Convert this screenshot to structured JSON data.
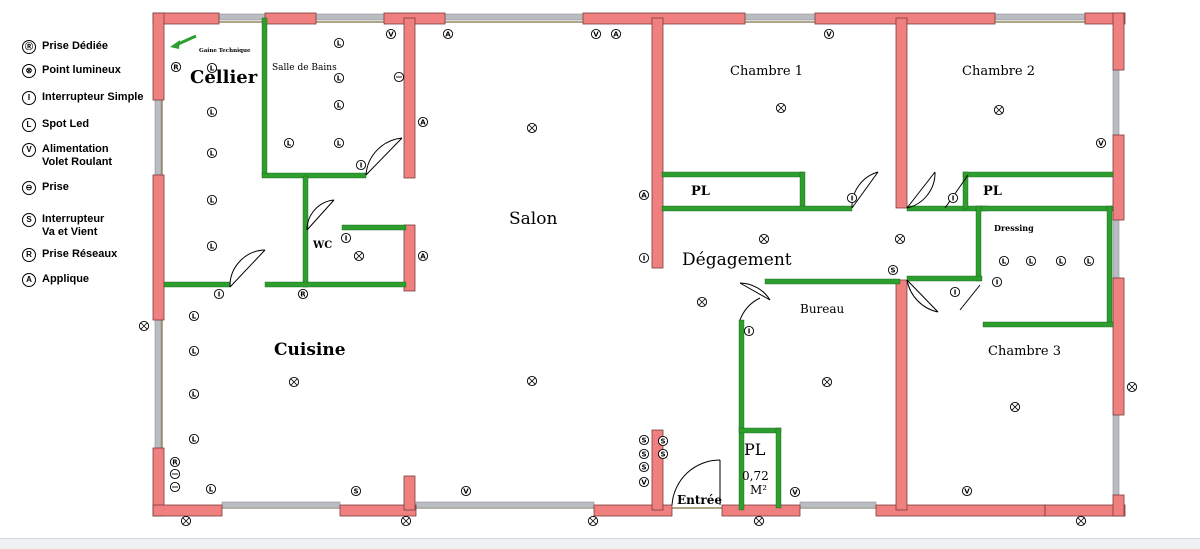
{
  "legend": [
    {
      "glyph": "Ⓡ",
      "label": "Prise Dédiée",
      "icon": "dedicated-outlet-icon"
    },
    {
      "glyph": "⊗",
      "label": "Point lumineux",
      "icon": "light-point-icon"
    },
    {
      "glyph": "I",
      "label": "Interrupteur Simple",
      "icon": "simple-switch-icon"
    },
    {
      "glyph": "L",
      "label": "Spot Led",
      "icon": "led-spot-icon"
    },
    {
      "glyph": "V",
      "label": "Alimentation\nVolet Roulant",
      "icon": "shutter-power-icon"
    },
    {
      "glyph": "⊖",
      "label": "Prise",
      "icon": "outlet-icon"
    },
    {
      "glyph": "S",
      "label": "Interrupteur\nVa et Vient",
      "icon": "two-way-switch-icon"
    },
    {
      "glyph": "R",
      "label": "Prise Réseaux",
      "icon": "network-outlet-icon"
    },
    {
      "glyph": "A",
      "label": "Applique",
      "icon": "wall-light-icon"
    }
  ],
  "rooms": {
    "gaine": "Gaine Technique",
    "cellier": "Cellier",
    "sdb": "Salle de Bains",
    "wc": "WC",
    "salon": "Salon",
    "cuisine": "Cuisine",
    "degagement": "Dégagement",
    "chambre1": "Chambre 1",
    "chambre2": "Chambre 2",
    "chambre3": "Chambre 3",
    "bureau": "Bureau",
    "dressing": "Dressing",
    "pl1": "PL",
    "pl2": "PL",
    "pl3": "PL",
    "pl3_area": "0,72\nM²",
    "entree": "Entrée"
  },
  "colors": {
    "exterior_wall": "#f08080",
    "interior_wall": "#2e9e2e",
    "window": "#a6a9ac",
    "wall_line": "#6b5a2a"
  }
}
